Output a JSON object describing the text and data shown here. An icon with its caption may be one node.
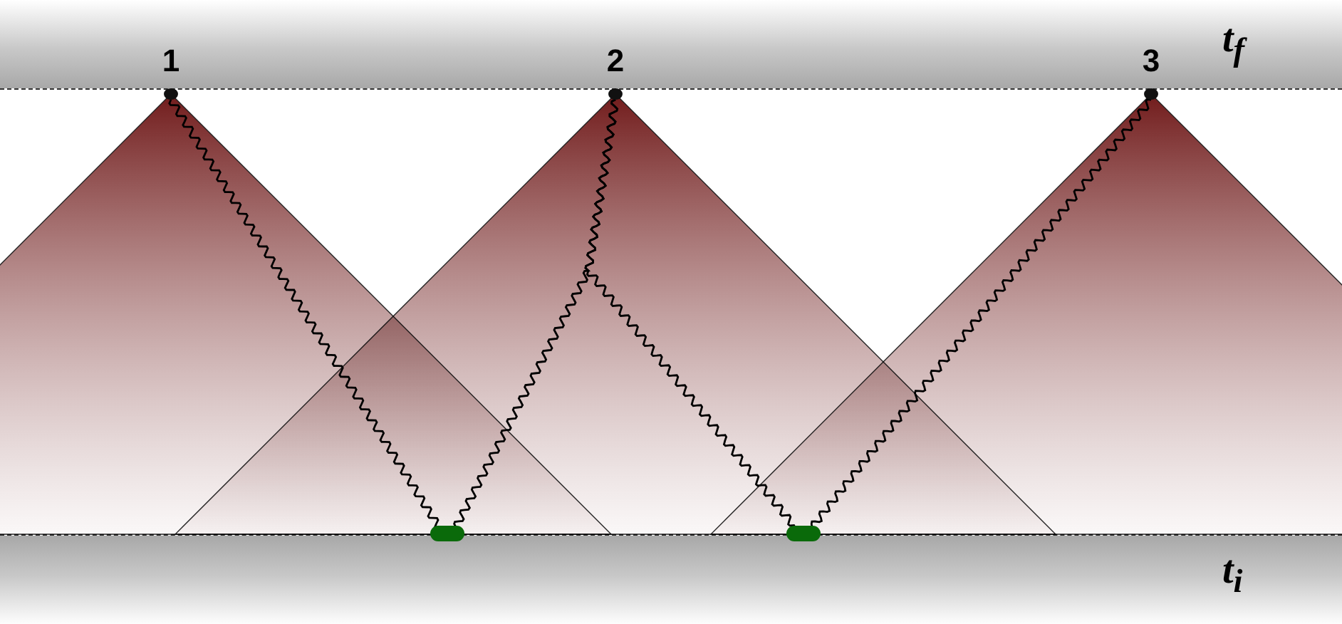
{
  "diagram": {
    "nodes": [
      {
        "text": [
          "1"
        ]
      },
      {
        "text": [
          "2"
        ]
      },
      {
        "text": [
          "3"
        ]
      },
      {
        "text": [],
        "shape": "bar"
      },
      {
        "text": [],
        "shape": "bar"
      }
    ],
    "edges": [
      {
        "from": 0,
        "to": 3,
        "arrow": "none"
      },
      {
        "from": 1,
        "to": 3,
        "arrow": "none"
      },
      {
        "from": 1,
        "to": 4,
        "arrow": "none"
      },
      {
        "from": 2,
        "to": 4,
        "arrow": "none"
      }
    ],
    "labels": [
      "t$_{f}$",
      "t$_{i}$"
    ]
  }
}
